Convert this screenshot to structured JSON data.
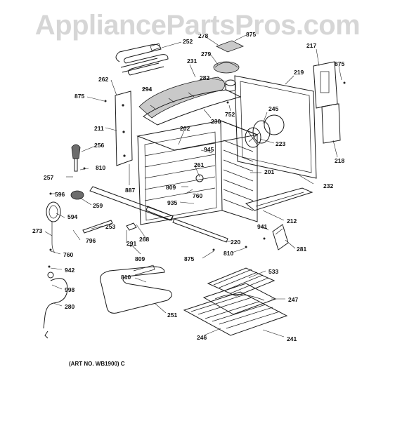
{
  "watermark": "AppliancePartsPros.com",
  "caption": "(ART NO. WB1900) C",
  "part_labels": {
    "p252": "252",
    "p278": "278",
    "p875a": "875",
    "p217": "217",
    "p279": "279",
    "p875b": "875",
    "p231": "231",
    "p219": "219",
    "p282": "282",
    "p294": "294",
    "p262": "262",
    "p875c": "875",
    "p752": "752",
    "p245": "245",
    "p230": "230",
    "p211": "211",
    "p202": "202",
    "p223": "223",
    "p256": "256",
    "p945": "945",
    "p218": "218",
    "p810a": "810",
    "p261": "261",
    "p201": "201",
    "p257": "257",
    "p887": "887",
    "p809a": "809",
    "p760a": "760",
    "p232": "232",
    "p596": "596",
    "p935": "935",
    "p259": "259",
    "p594": "594",
    "p212": "212",
    "p253": "253",
    "p941": "941",
    "p273": "273",
    "p796": "796",
    "p291": "291",
    "p268": "268",
    "p220": "220",
    "p281": "281",
    "p810b": "810",
    "p760b": "760",
    "p809b": "809",
    "p875d": "875",
    "p942": "942",
    "p533": "533",
    "p810c": "810",
    "p998": "998",
    "p247": "247",
    "p280": "280",
    "p251": "251",
    "p246": "246",
    "p241": "241"
  }
}
